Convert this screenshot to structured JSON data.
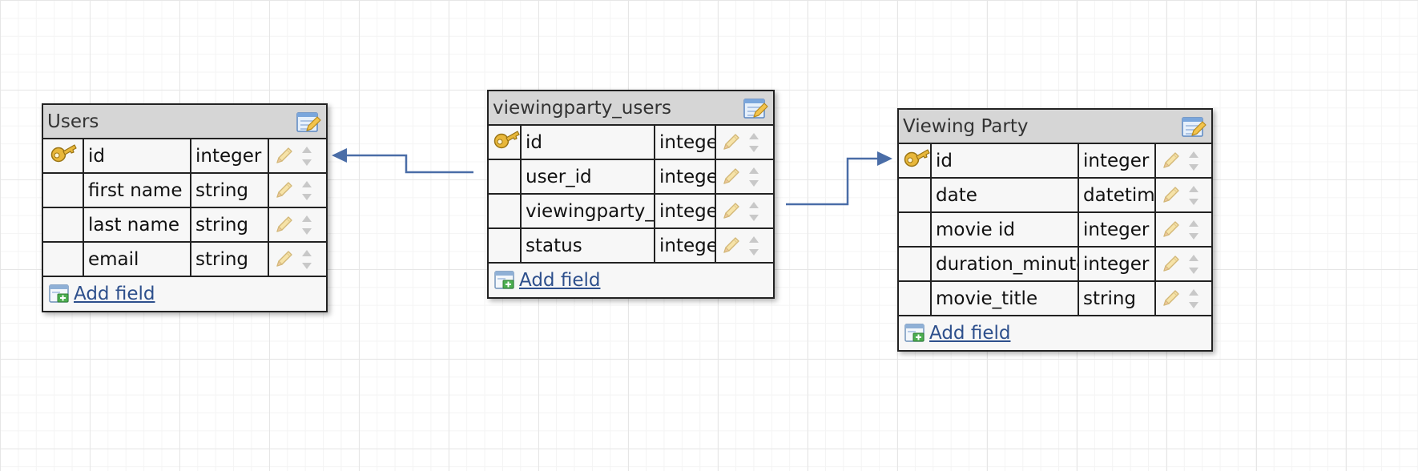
{
  "tables": {
    "users": {
      "title": "Users",
      "add_field_label": "Add field",
      "fields": [
        {
          "name": "id",
          "type": "integer",
          "primary_key": true
        },
        {
          "name": "first name",
          "type": "string",
          "primary_key": false
        },
        {
          "name": "last name",
          "type": "string",
          "primary_key": false
        },
        {
          "name": "email",
          "type": "string",
          "primary_key": false
        }
      ]
    },
    "viewingparty_users": {
      "title": "viewingparty_users",
      "add_field_label": "Add field",
      "fields": [
        {
          "name": "id",
          "type": "integer",
          "primary_key": true
        },
        {
          "name": "user_id",
          "type": "integer",
          "primary_key": false
        },
        {
          "name": "viewingparty_id",
          "type": "integer",
          "primary_key": false
        },
        {
          "name": "status",
          "type": "integer",
          "primary_key": false
        }
      ]
    },
    "viewing_party": {
      "title": "Viewing Party",
      "add_field_label": "Add field",
      "fields": [
        {
          "name": "id",
          "type": "integer",
          "primary_key": true
        },
        {
          "name": "date",
          "type": "datetime",
          "primary_key": false
        },
        {
          "name": "movie id",
          "type": "integer",
          "primary_key": false
        },
        {
          "name": "duration_minutes",
          "type": "integer",
          "primary_key": false
        },
        {
          "name": "movie_title",
          "type": "string",
          "primary_key": false
        }
      ]
    }
  },
  "colors": {
    "connector": "#4a6da7",
    "header_bg": "#d6d6d6",
    "link": "#2d4f8c",
    "key_icon": "#e8b73a"
  },
  "icons": {
    "primary_key": "key-icon",
    "edit_table": "edit-table-icon",
    "edit_field": "pencil-icon",
    "reorder": "sort-handle-icon",
    "add_field": "add-field-icon"
  }
}
